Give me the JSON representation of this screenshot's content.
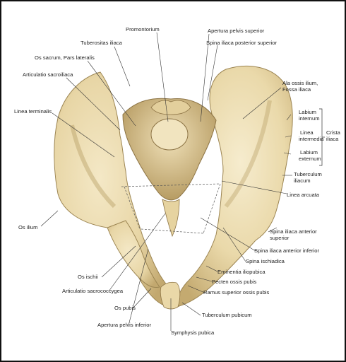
{
  "colors": {
    "bone": "#ecdcb2",
    "bone_shadow": "#c9b27c",
    "bone_dark": "#a88f57",
    "leader": "#333333",
    "dashed": "#555555",
    "frame": "#111111"
  },
  "labels": {
    "promontorium": "Promontorium",
    "apertura_sup": "Apertura pelvis superior",
    "tuberositas_iliaca": "Tuberositas iliaca",
    "spina_post_sup": "Spina iliaca posterior superior",
    "os_sacrum": "Os sacrum, Pars lateralis",
    "articulatio_sacroiliaca": "Articulatio sacroiliaca",
    "ala_ossis_ilium_1": "Ala ossis ilium,",
    "ala_ossis_ilium_2": "Fossa iliaca",
    "linea_terminalis": "Linea terminalis",
    "labium_internum_1": "Labium",
    "labium_internum_2": "internum",
    "linea_intermedia_1": "Linea",
    "linea_intermedia_2": "intermedia",
    "crista_iliaca_1": "Crista",
    "crista_iliaca_2": "iliaca",
    "labium_externum_1": "Labium",
    "labium_externum_2": "externum",
    "tuberculum_iliacum_1": "Tuberculum",
    "tuberculum_iliacum_2": "iliacum",
    "linea_arcuata": "Linea arcuata",
    "os_ilium": "Os ilium",
    "spina_ant_sup_1": "Spina iliaca anterior",
    "spina_ant_sup_2": "superior",
    "spina_ant_inf": "Spina iliaca anterior inferior",
    "spina_ischiadica": "Spina ischiadica",
    "os_ischii": "Os ischii",
    "eminentia": "Eminentia iliopubica",
    "articulatio_sacrococcygea": "Articulatio sacrococcygea",
    "pecten": "Pecten ossis pubis",
    "ramus_sup": "Ramus superior ossis pubis",
    "os_pubis": "Os pubis",
    "tuberculum_pubicum": "Tuberculum pubicum",
    "apertura_inf": "Apertura pelvis inferior",
    "symphysis": "Symphysis pubica"
  }
}
